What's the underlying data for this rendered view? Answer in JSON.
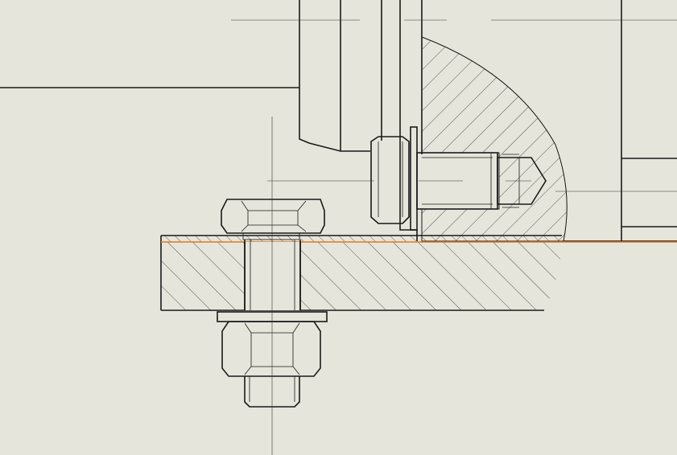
{
  "drawing": {
    "view": "section-detail",
    "colors": {
      "background": "#e6e5db",
      "line": "#1a1a1a",
      "hatch": "#2b2b2b",
      "centerline": "#333333",
      "highlight_edge": "#e07a1f"
    },
    "components": [
      "upper-frame",
      "section-boundary-arc",
      "cylinder-housing",
      "threaded-stud",
      "base-plate",
      "hex-bolt",
      "washer",
      "hex-nut"
    ]
  }
}
